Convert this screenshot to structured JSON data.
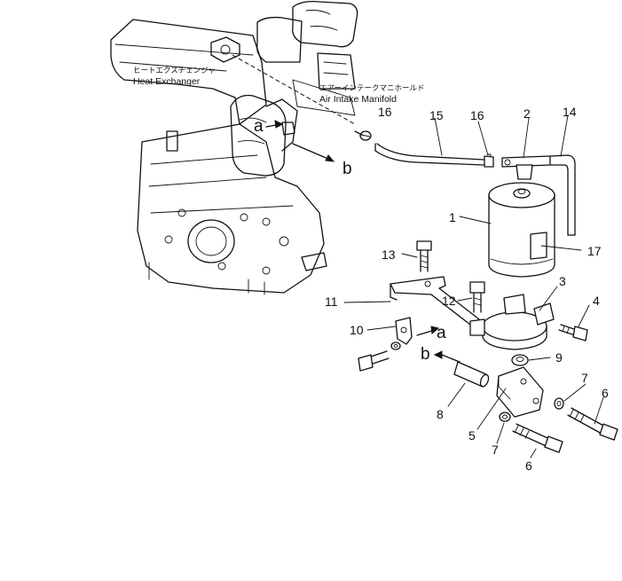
{
  "captions": {
    "heat_exchanger_jp": "ヒートエクスチェンジャ",
    "heat_exchanger_en": "Heat Exchanger",
    "air_intake_jp": "エアーインテークマニホールド",
    "air_intake_en": "Air Intake Manifold"
  },
  "callouts": {
    "n1": "1",
    "n2": "2",
    "n3": "3",
    "n4": "4",
    "n5": "5",
    "n6a": "6",
    "n6b": "6",
    "n7a": "7",
    "n7b": "7",
    "n8": "8",
    "n9": "9",
    "n10": "10",
    "n11": "11",
    "n12": "12",
    "n13": "13",
    "n14": "14",
    "n15": "15",
    "n16a": "16",
    "n16b": "16",
    "n17": "17"
  },
  "connection_marks": {
    "engine_a": "a",
    "engine_b": "b",
    "bracket_a": "a",
    "bracket_b": "b"
  }
}
